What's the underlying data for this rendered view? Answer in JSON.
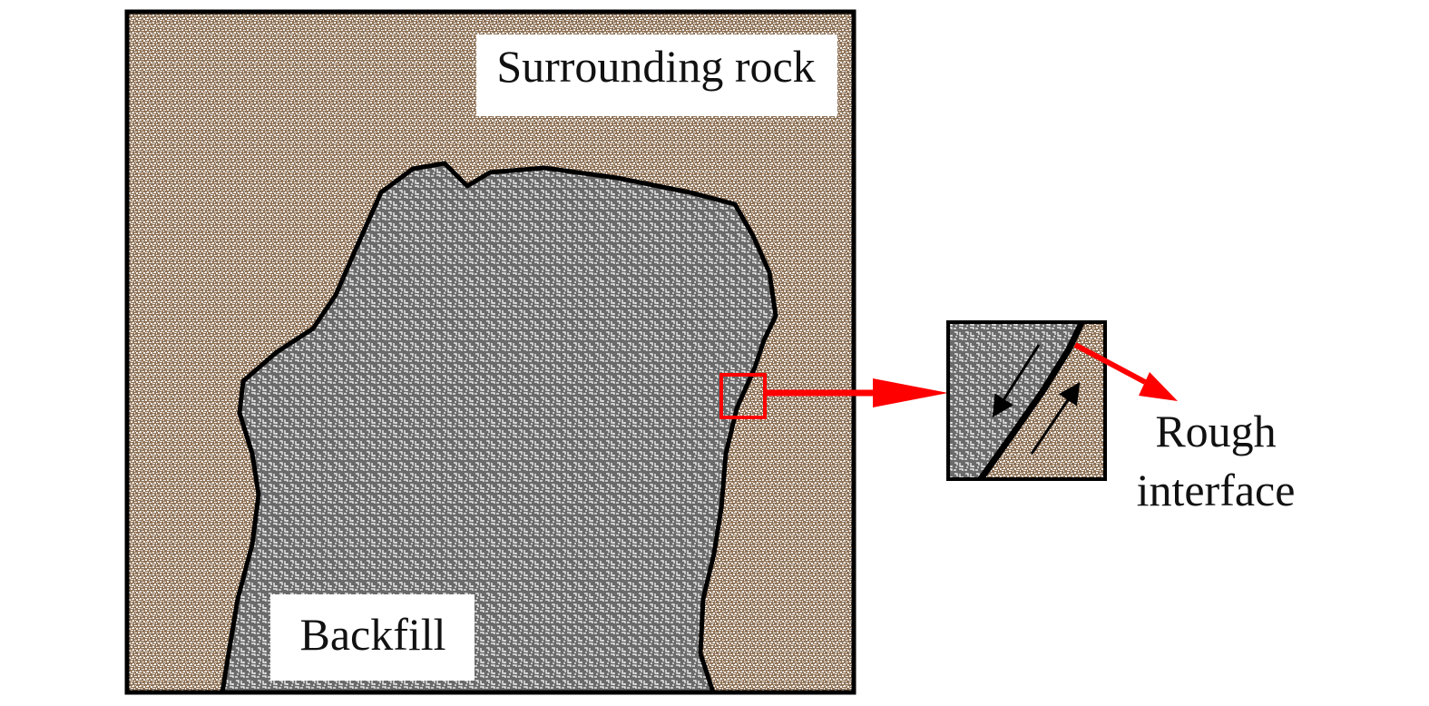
{
  "labels": {
    "surrounding_rock": "Surrounding rock",
    "backfill": "Backfill",
    "rough_interface_line1": "Rough",
    "rough_interface_line2": "interface"
  },
  "colors": {
    "rock_base": "#8f7257",
    "rock_speckle": "#f3f1ed",
    "backfill_base": "#6a6a6a",
    "backfill_speckle": "#ffffff",
    "outline": "#000000",
    "highlight_red": "#ff0000",
    "shear_arrow": "#000000"
  },
  "icons": {
    "zoom_arrow": "red-arrow-right",
    "pointer_arrow": "red-arrow-down-right",
    "shear_arrows": "opposing-black-arrows"
  }
}
